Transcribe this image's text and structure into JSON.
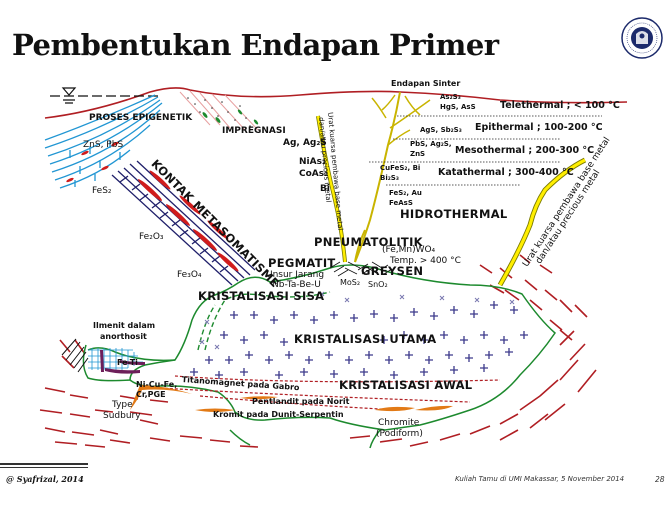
{
  "slide": {
    "title": "Pembentukan Endapan Primer",
    "logo": "institut-teknologi-bandung-seal-icon",
    "footer": {
      "author": "@ Syafrizal, 2014",
      "event": "Kuliah Tamu di UMI Makassar, 5 November 2014",
      "page": "28"
    }
  },
  "diagram": {
    "surface_labels": {
      "water_table": "water-table-symbol",
      "epigenetic": "PROSES EPIGENETIK",
      "impregnation": "IMPREGNASI",
      "sinter": "Endapan Sinter"
    },
    "left_minerals": {
      "zns_pbs": "ZnS, PbS",
      "fes2": "FeS₂",
      "fe2o3": "Fe₂O₃",
      "fe3o4": "Fe₃O₄"
    },
    "contact_meta": "KONTAK METASOMATISME",
    "vein_minerals": {
      "ag": "Ag, Ag₂S",
      "nias": "NiAs₂",
      "coas": "CoAs₂",
      "bi": "Bi"
    },
    "vein_label_left_1": "Urat kuarsa pembawa base metal",
    "vein_label_left_2": "dan/atau precious metal",
    "vein_label_right_1": "Urat kuarsa pembawa base metal",
    "vein_label_right_2": "dan/atau precious metal",
    "hydrothermal_zones": [
      {
        "minerals_1": "As₂S₃",
        "minerals_2": "HgS, AsS",
        "zone": "Telethermal ; < 100 °C"
      },
      {
        "minerals_1": "AgS, Sb₂S₃",
        "minerals_2": "",
        "zone": "Epithermal ; 100-200 °C"
      },
      {
        "minerals_1": "PbS, Ag₂S,",
        "minerals_2": "ZnS",
        "zone": "Mesothermal ; 200-300 °C"
      },
      {
        "minerals_1": "CuFeS₂, Bi",
        "minerals_2": "Bi₂S₃",
        "zone": "Katathermal ; 300-400 °C"
      },
      {
        "minerals_1": "FeS₂, Au",
        "minerals_2": "FeAsS",
        "zone": ""
      }
    ],
    "hydrothermal": "HIDROTHERMAL",
    "pneumatolitik": {
      "title": "PNEUMATOLITIK",
      "mineral": "(Fe,Mn)WO₄",
      "temp": "Temp. > 400 °C"
    },
    "pegmatit": {
      "title": "PEGMATIT",
      "line1": "Unsur Jarang",
      "line2": "Nb-Ta-Be-U"
    },
    "greysen": {
      "title": "GREYSEN",
      "mos2": "MoS₂",
      "sno2": "SnO₂"
    },
    "crystallization": {
      "residual": "KRISTALISASI SISA",
      "main": "KRISTALISASI UTAMA",
      "early": "KRISTALISASI AWAL"
    },
    "lower": {
      "ilmenite_1": "Ilmenit dalam",
      "ilmenite_2": "anorthosit",
      "feti": "Fe-Ti",
      "nicu_1": "Ni-Cu-Fe,",
      "nicu_2": "Cr,PGE",
      "type_1": "Type",
      "type_2": "Sudbury",
      "titanomagnet": "Titanomagnet pada Gabro",
      "pentlandit": "Pentlandit pada Norit",
      "kromit": "Kromit pada Dunit-Serpentin",
      "chromite_1": "Chromite",
      "chromite_2": "(Podiform)"
    },
    "colors": {
      "surface": "#b01e23",
      "vein": "#ffee00",
      "vein_outline": "#7a7a00",
      "intrusion_outline": "#1d8a2e",
      "cross": "#3d3a8c",
      "blue_beds": "#2196d3",
      "metasomatism": "#1f1f6a",
      "ore_red": "#d01c1c",
      "chromite": "#e27a16",
      "feti": "#6d1f5a"
    }
  }
}
